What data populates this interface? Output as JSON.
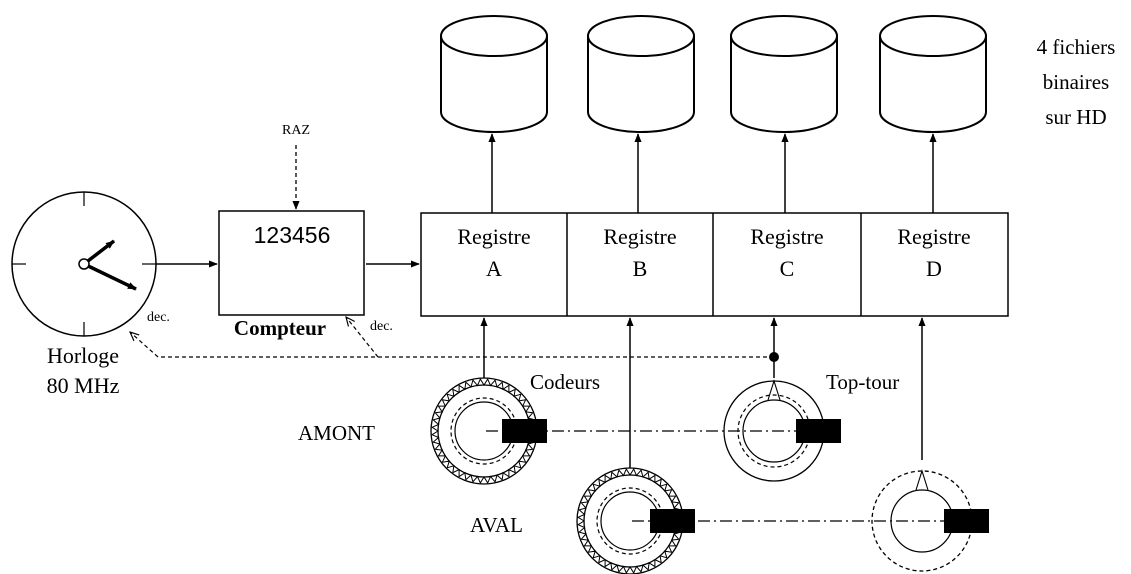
{
  "labels": {
    "files_line1": "4 fichiers",
    "files_line2": "binaires",
    "files_line3": "sur HD",
    "raz": "RAZ",
    "counter_value": "123456",
    "counter_label": "Compteur",
    "dec_clock": "dec.",
    "dec_counter": "dec.",
    "clock_line1": "Horloge",
    "clock_line2": "80 MHz",
    "encoders": "Codeurs",
    "top_tour": "Top-tour",
    "amont": "AMONT",
    "aval": "AVAL"
  },
  "registers": [
    {
      "line1": "Registre",
      "line2": "A"
    },
    {
      "line1": "Registre",
      "line2": "B"
    },
    {
      "line1": "Registre",
      "line2": "C"
    },
    {
      "line1": "Registre",
      "line2": "D"
    }
  ]
}
